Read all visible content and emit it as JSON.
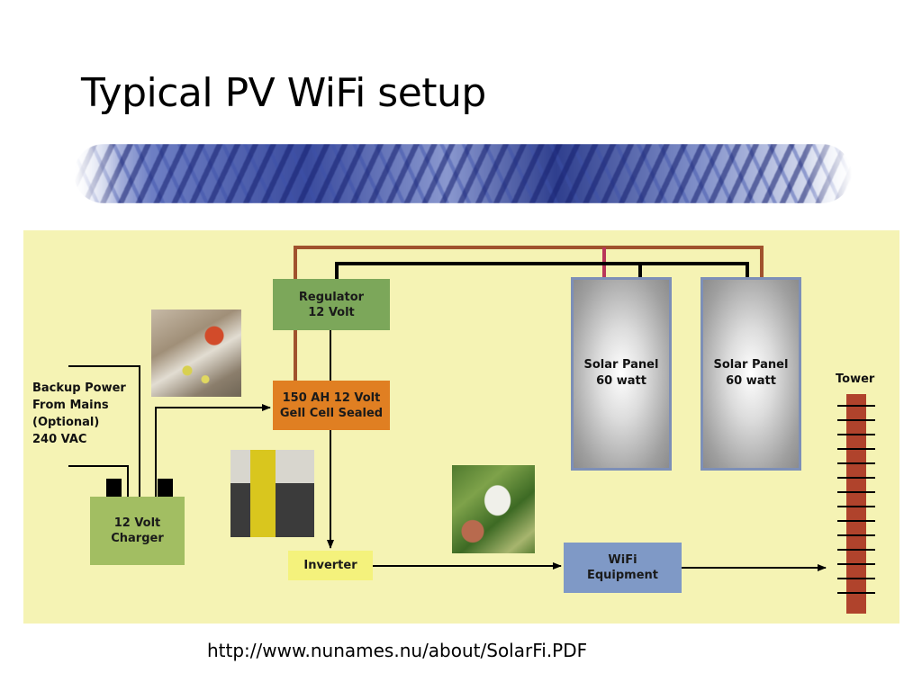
{
  "slide": {
    "title": "Typical PV WiFi setup",
    "source_url": "http://www.nunames.nu/about/SolarFi.PDF"
  },
  "diagram": {
    "backup_power_label": "Backup Power\nFrom Mains\n(Optional)\n240 VAC",
    "regulator_label": "Regulator\n12 Volt",
    "battery_label": "150 AH 12 Volt\nGell Cell Sealed",
    "inverter_label": "Inverter",
    "charger_label": "12 Volt\nCharger",
    "wifi_label": "WiFi\nEquipment",
    "solar_panel_1_label": "Solar Panel\n60 watt",
    "solar_panel_2_label": "Solar Panel\n60 watt",
    "tower_label": "Tower"
  },
  "colors": {
    "diagram_background": "#f5f3b4",
    "positive_wire": "#a0522d",
    "negative_wire": "#000000",
    "regulator": "#7ca75a",
    "battery": "#e07f22",
    "inverter": "#f4f27c",
    "charger": "#a2be62",
    "wifi_equipment": "#7f99c6",
    "tower": "#b0432c"
  }
}
